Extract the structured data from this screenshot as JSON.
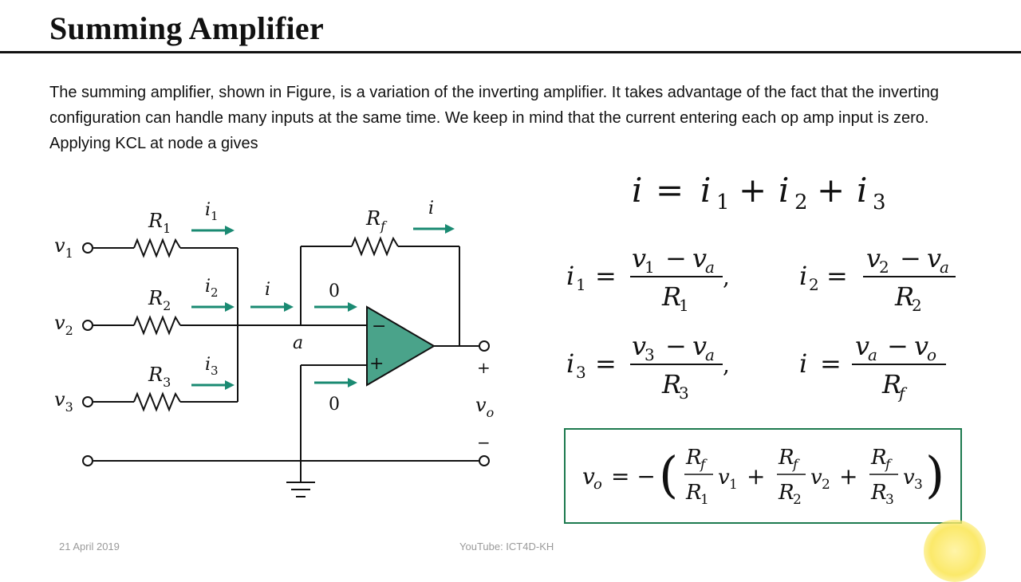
{
  "slide": {
    "title": "Summing Amplifier",
    "paragraph": "The summing amplifier, shown in Figure, is a variation of the inverting amplifier. It takes advantage of the fact that the inverting configuration can handle many inputs at the same time. We keep in mind that the current entering each op amp input is zero. Applying KCL at node a gives",
    "footer_date": "21 April 2019",
    "footer_source": "YouTube: ICT4D-KH"
  },
  "circuit": {
    "inputs": [
      "v",
      "v",
      "v"
    ],
    "input_subs": [
      "1",
      "2",
      "3"
    ],
    "resistor_letter": "R",
    "resistor_subs": [
      "1",
      "2",
      "3"
    ],
    "feedback_resistor_sub": "f",
    "current_letter": "i",
    "current_subs": [
      "1",
      "2",
      "3"
    ],
    "node_label": "a",
    "zero_labels": [
      "0",
      "0"
    ],
    "opamp_minus": "−",
    "opamp_plus": "+",
    "output_letter": "v",
    "output_sub": "o",
    "output_plus": "+",
    "output_minus": "−",
    "colors": {
      "opamp_fill": "#4aa38a",
      "arrow": "#1a8a72",
      "wire": "#111111"
    }
  },
  "equations": {
    "kcl": {
      "lhs": "i",
      "rhs": [
        "i",
        "1",
        "i",
        "2",
        "i",
        "3"
      ]
    },
    "i1": {
      "num": "v₁ − v_a",
      "den": "R₁"
    },
    "i2": {
      "num": "v₂ − v_a",
      "den": "R₂"
    },
    "i3": {
      "num": "v₃ − v_a",
      "den": "R₃"
    },
    "i": {
      "num": "v_a − v_o",
      "den": "R_f"
    },
    "result_box_color": "#1d7a4f"
  }
}
